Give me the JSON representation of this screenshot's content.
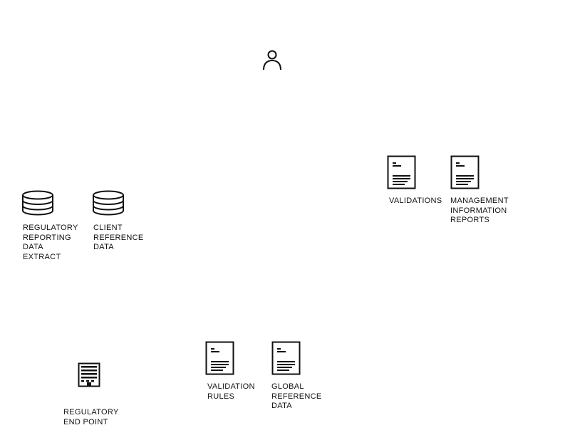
{
  "diagram": {
    "nodes": [
      {
        "id": "user",
        "icon": "user-icon",
        "label": ""
      },
      {
        "id": "validations",
        "icon": "document-icon",
        "label": "VALIDATIONS"
      },
      {
        "id": "mi-reports",
        "icon": "document-icon",
        "label": "MANAGEMENT\nINFORMATION\nREPORTS"
      },
      {
        "id": "rr-data-extract",
        "icon": "database-icon",
        "label": "REGULATORY\nREPORTING\nDATA EXTRACT"
      },
      {
        "id": "client-ref-data",
        "icon": "database-icon",
        "label": "CLIENT\nREFERENCE\nDATA"
      },
      {
        "id": "regulatory-end-point",
        "icon": "building-icon",
        "label": "REGULATORY\nEND POINT"
      },
      {
        "id": "validation-rules",
        "icon": "document-icon",
        "label": "VALIDATION\nRULES"
      },
      {
        "id": "global-ref-data",
        "icon": "document-icon",
        "label": "GLOBAL\nREFERENCE\nDATA"
      }
    ]
  },
  "colors": {
    "stroke": "#111111",
    "background": "#ffffff"
  }
}
